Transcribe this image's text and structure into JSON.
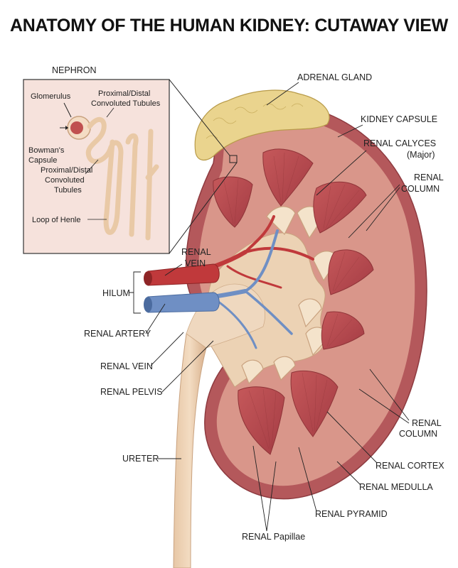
{
  "title": "ANATOMY OF THE HUMAN KIDNEY: CUTAWAY VIEW",
  "nephron": {
    "heading": "NEPHRON",
    "glomerulus": "Glomerulus",
    "tubules_top_1": "Proximal/Distal",
    "tubules_top_2": "Convoluted Tubules",
    "bowman_1": "Bowman's",
    "bowman_2": "Capsule",
    "tubules_mid_1": "Proximal/Distal",
    "tubules_mid_2": "Convoluted",
    "tubules_mid_3": "Tubules",
    "loop": "Loop of Henle"
  },
  "labels": {
    "adrenal_gland": "ADRENAL GLAND",
    "kidney_capsule": "KIDNEY CAPSULE",
    "renal_calyces_1": "RENAL CALYCES",
    "renal_calyces_2": "(Major)",
    "renal_column_top_1": "RENAL",
    "renal_column_top_2": "COLUMN",
    "renal_vein_top_1": "RENAL",
    "renal_vein_top_2": "VEIN",
    "hilum": "HILUM",
    "renal_artery": "RENAL ARTERY",
    "renal_vein": "RENAL VEIN",
    "renal_pelvis": "RENAL PELVIS",
    "ureter": "URETER",
    "renal_column_bottom_1": "RENAL",
    "renal_column_bottom_2": "COLUMN",
    "renal_cortex": "RENAL CORTEX",
    "renal_medulla": "RENAL MEDULLA",
    "renal_pyramid": "RENAL PYRAMID",
    "renal_papillae": "RENAL Papillae"
  },
  "colors": {
    "cortex": "#d9968a",
    "capsule": "#b4585b",
    "pyramid": "#b5474d",
    "pelvis": "#ecd2b4",
    "vein_red": "#c0393b",
    "artery_blue": "#6f8fc4",
    "adrenal": "#ead48e"
  }
}
